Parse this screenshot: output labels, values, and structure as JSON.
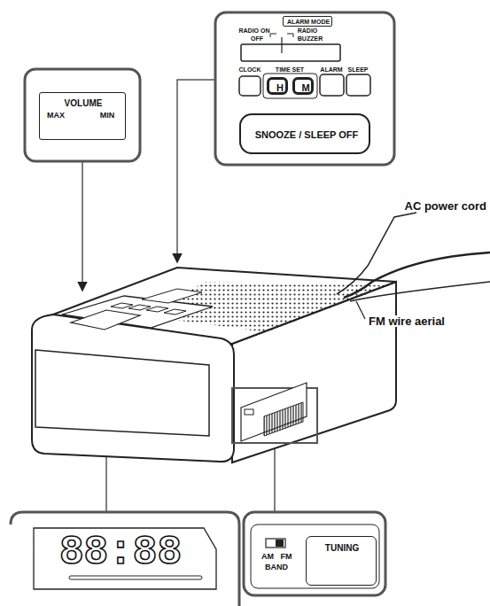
{
  "diagram": {
    "nodes": [
      {
        "text": [
          "VOLUME",
          "MAX",
          "MIN"
        ]
      },
      {
        "text": [
          "ALARM MODE"
        ]
      },
      {
        "text": [
          "H"
        ]
      },
      {
        "text": [
          "M"
        ]
      },
      {
        "text": [
          "SNOOZE / SLEEP OFF"
        ]
      },
      {
        "text": [
          "TUNING"
        ]
      },
      {
        "text": [
          "88:88"
        ]
      }
    ],
    "labels": [
      "RADIO ON",
      "OFF",
      "RADIO",
      "BUZZER",
      "CLOCK",
      "TIME SET",
      "ALARM",
      "SLEEP",
      "AC power cord",
      "FM wire aerial",
      "AM",
      "FM",
      "BAND"
    ]
  }
}
